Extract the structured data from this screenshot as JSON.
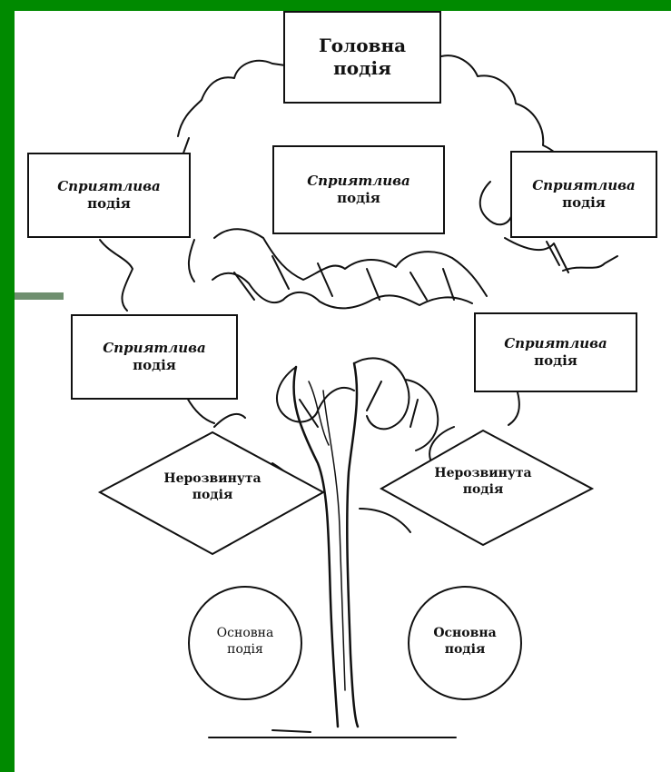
{
  "diagram": {
    "main_event": {
      "line1": "Головна",
      "line2": "подія"
    },
    "contributing_events": [
      {
        "line1": "Сприятлива",
        "line2": "подія"
      },
      {
        "line1": "Сприятлива",
        "line2": "подія"
      },
      {
        "line1": "Сприятлива",
        "line2": "подія"
      },
      {
        "line1": "Сприятлива",
        "line2": "подія"
      },
      {
        "line1": "Сприятлива",
        "line2": "подія"
      }
    ],
    "undeveloped_events": [
      {
        "line1": "Нерозвинута",
        "line2": "подія"
      },
      {
        "line1": "Нерозвинута",
        "line2": "подія"
      }
    ],
    "basic_events": [
      {
        "line1": "Основна",
        "line2": "подія"
      },
      {
        "line1": "Основна",
        "line2": "подія"
      }
    ]
  },
  "colors": {
    "frame_green": "#008a00",
    "ink": "#111111",
    "paper": "#ffffff"
  }
}
